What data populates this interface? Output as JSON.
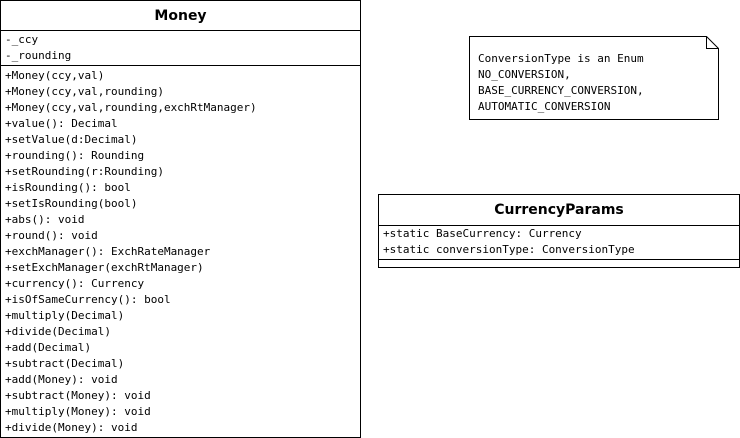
{
  "money_class": {
    "name": "Money",
    "attributes": [
      "-_ccy",
      "-_rounding"
    ],
    "operations": [
      "+Money(ccy,val)",
      "+Money(ccy,val,rounding)",
      "+Money(ccy,val,rounding,exchRtManager)",
      "+value(): Decimal",
      "+setValue(d:Decimal)",
      "+rounding(): Rounding",
      "+setRounding(r:Rounding)",
      "+isRounding(): bool",
      "+setIsRounding(bool)",
      "+abs(): void",
      "+round(): void",
      "+exchManager(): ExchRateManager",
      "+setExchManager(exchRtManager)",
      "+currency(): Currency",
      "+isOfSameCurrency(): bool",
      "+multiply(Decimal)",
      "+divide(Decimal)",
      "+add(Decimal)",
      "+subtract(Decimal)",
      "+add(Money): void",
      "+subtract(Money): void",
      "+multiply(Money): void",
      "+divide(Money): void"
    ]
  },
  "currency_params_class": {
    "name": "CurrencyParams",
    "attributes": [
      "+static BaseCurrency: Currency",
      "+static conversionType: ConversionType"
    ],
    "operations": []
  },
  "note": {
    "lines": [
      "ConversionType is an Enum",
      "NO_CONVERSION,",
      "BASE_CURRENCY_CONVERSION,",
      "AUTOMATIC_CONVERSION"
    ]
  }
}
